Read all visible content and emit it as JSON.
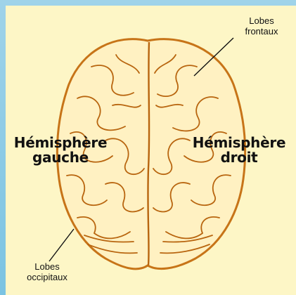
{
  "labels": {
    "frontal_top": "Lobes",
    "frontal_bottom": "frontaux",
    "left_top": "Hémisphère",
    "left_bottom": "gauche",
    "right_top": "Hémisphère",
    "right_bottom": "droit",
    "occipital_top": "Lobes",
    "occipital_bottom": "occipitaux"
  },
  "colors": {
    "background_top": "#9fd3e9",
    "background_bottom": "#7bc3e2",
    "panel": "#fdf6c6",
    "brain_fill": "#fff1c2",
    "brain_outline": "#c77418",
    "sulci": "#b8650f"
  }
}
